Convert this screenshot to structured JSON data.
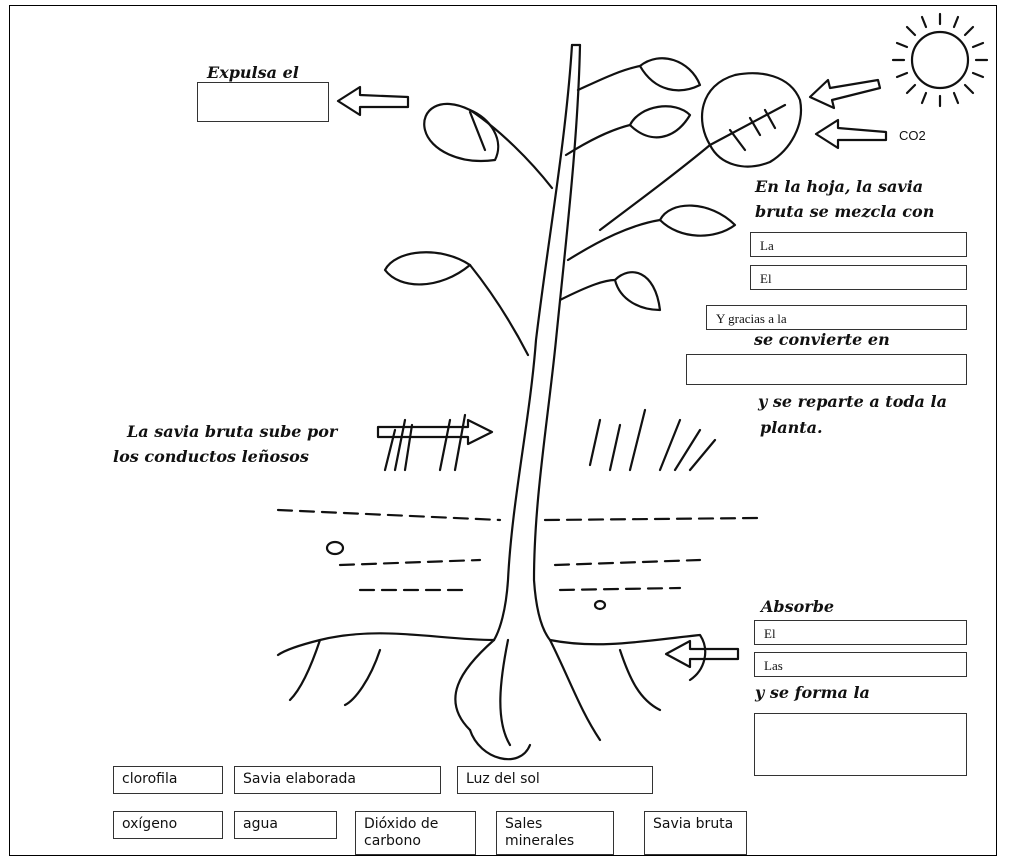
{
  "labels": {
    "expulsa": "Expulsa el",
    "co2": "CO2",
    "hoja_1": "En la hoja, la savia",
    "hoja_2": "bruta se mezcla con",
    "convierte": "se convierte en",
    "reparte_1": "y se reparte a toda la",
    "reparte_2": "planta.",
    "sube_1": "La savia bruta sube por",
    "sube_2": "los conductos leñosos",
    "absorbe": "Absorbe",
    "forma": "y se forma la"
  },
  "boxes": {
    "la": "La",
    "el_1": "El",
    "gracias": "Y gracias a la",
    "el_2": "El",
    "las": "Las"
  },
  "word_bank": [
    "clorofila",
    "Savia elaborada",
    "Luz del sol",
    "oxígeno",
    "agua",
    "Dióxido de carbono",
    "Sales minerales",
    "Savia bruta"
  ]
}
